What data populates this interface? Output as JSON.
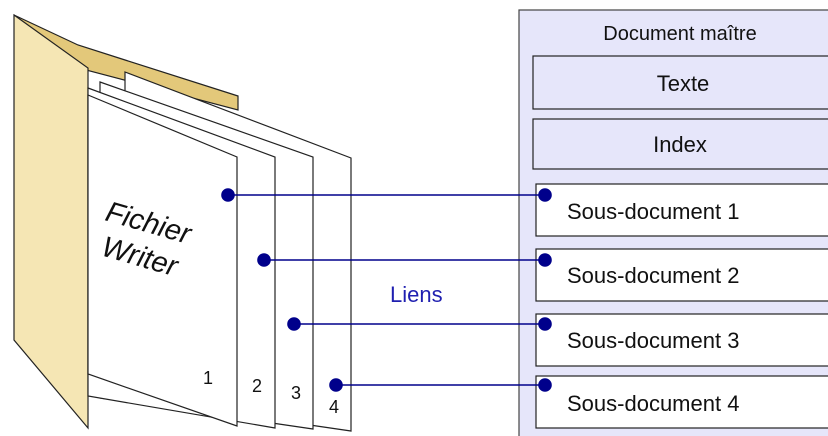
{
  "diagram": {
    "file_label_line1": "Fichier",
    "file_label_line2": "Writer",
    "page_numbers": [
      "1",
      "2",
      "3",
      "4"
    ],
    "links_label": "Liens",
    "master": {
      "title": "Document maître",
      "text_box": "Texte",
      "index_box": "Index",
      "subdocuments": [
        "Sous-document 1",
        "Sous-document 2",
        "Sous-document 3",
        "Sous-document 4"
      ]
    },
    "colors": {
      "folder": "#f5e6b4",
      "folder_top": "#e3c87a",
      "master_panel": "#e6e6fa",
      "link_line": "#00008b",
      "links_text": "#1f1fb0"
    }
  }
}
